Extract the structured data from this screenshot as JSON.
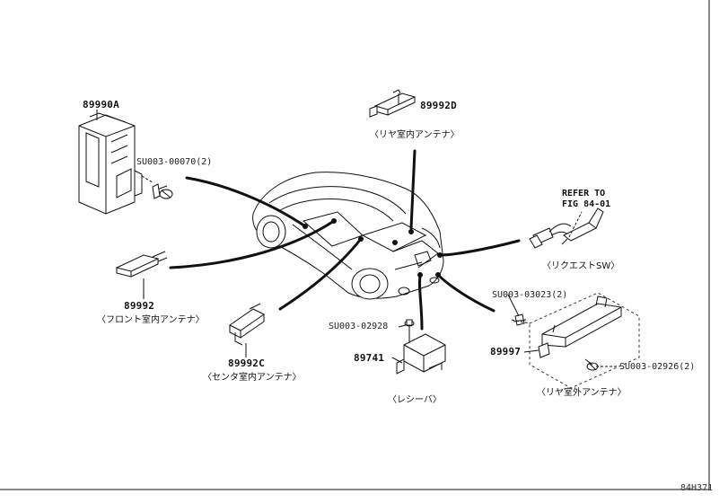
{
  "parts": {
    "p89990A": {
      "number": "89990A"
    },
    "p89992D": {
      "number": "89992D",
      "caption": "〈リヤ室内アンテナ〉"
    },
    "p89992": {
      "number": "89992",
      "caption": "〈フロント室内アンテナ〉"
    },
    "p89992C": {
      "number": "89992C",
      "caption": "〈センタ室内アンテナ〉"
    },
    "p89741": {
      "number": "89741",
      "caption": "〈レシーバ〉"
    },
    "p89997": {
      "number": "89997",
      "caption": "〈リヤ室外アンテナ〉"
    },
    "request_sw": {
      "caption": "〈リクエストSW〉"
    }
  },
  "fasteners": {
    "f1": "SU003-00070(2)",
    "f2": "SU003-02928",
    "f3": "SU003-03023(2)",
    "f4": "SU003-02926(2)"
  },
  "refer": {
    "line1": "REFER TO",
    "line2": "FIG 84-01"
  },
  "diagram_code": "84H371"
}
